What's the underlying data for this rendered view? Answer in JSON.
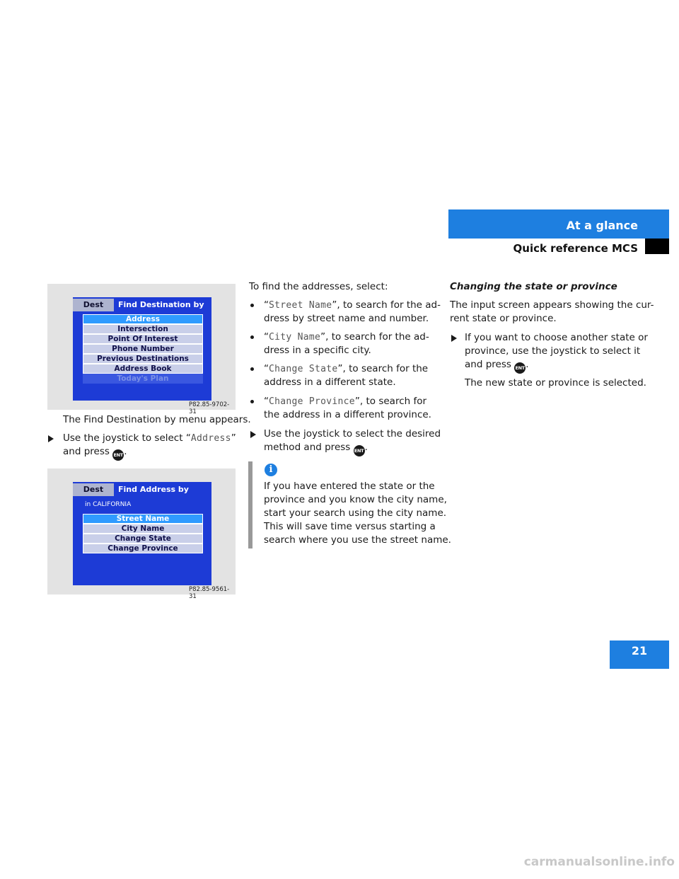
{
  "header": {
    "section": "At a glance",
    "subsection": "Quick reference MCS"
  },
  "page_number": "21",
  "left": {
    "fig1": {
      "dest_tab": "Dest",
      "title": "Find Destination by",
      "items": [
        "Address",
        "Intersection",
        "Point Of Interest",
        "Phone Number",
        "Previous Destinations",
        "Address Book",
        "Today's Plan"
      ],
      "code": "P82.85-9702-31"
    },
    "caption1": "The Find Destination by menu appears.",
    "step1_pre": "Use the joystick to select “",
    "step1_code": "Address",
    "step1_mid": "”",
    "step1_line2": "and press",
    "ent_label": "ENT",
    "fig2": {
      "dest_tab": "Dest",
      "title": "Find Address by",
      "subtitle": "in CALIFORNIA",
      "items": [
        "Street Name",
        "City Name",
        "Change State",
        "Change Province"
      ],
      "code": "P82.85-9561-31"
    }
  },
  "middle": {
    "intro": "To find the addresses, select:",
    "options": [
      {
        "code": "Street Name",
        "l1": ", to search for the ad-",
        "l2": "dress by street name and number."
      },
      {
        "code": "City Name",
        "l1": ", to search for the ad-",
        "l2": "dress in a specific city."
      },
      {
        "code": "Change State",
        "l1": ", to search for the",
        "l2": "address in a different state."
      },
      {
        "code": "Change Province",
        "l1": ", to search for",
        "l2": "the address in a different province."
      }
    ],
    "step_l1": "Use the joystick to select the desired",
    "step_l2": "method and press",
    "info_icon": "i",
    "info_lines": [
      "If you have entered the state or the",
      "province and you know the city name,",
      "start your search using the city name.",
      "This will save time versus starting a",
      "search where you use the street name."
    ]
  },
  "right": {
    "heading": "Changing the state or province",
    "p1_l1": "The input screen appears showing the cur-",
    "p1_l2": "rent state or province.",
    "step_l1": "If you want to choose another state or",
    "step_l2": "province, use the joystick to select it",
    "step_l3": "and press",
    "result": "The new state or province is selected."
  },
  "watermark": "carmanualsonline.info",
  "colors": {
    "accent": "#1e7fe0",
    "screen_blue": "#1d3bd6"
  }
}
